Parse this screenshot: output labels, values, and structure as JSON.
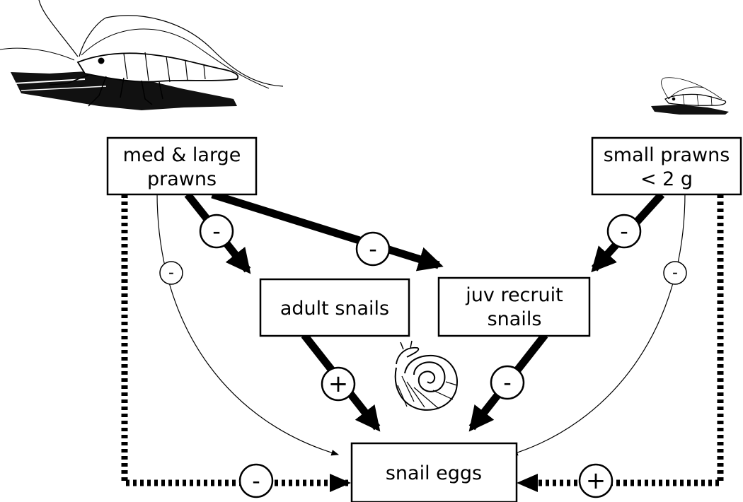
{
  "nodes": {
    "med_large_prawns": [
      "med & large",
      "prawns"
    ],
    "small_prawns": [
      "small prawns",
      "< 2 g"
    ],
    "adult_snails": [
      "adult snails"
    ],
    "juv_recruit_snails": [
      "juv recruit",
      "snails"
    ],
    "snail_eggs": [
      "snail eggs"
    ]
  },
  "edges": [
    {
      "from": "med & large prawns",
      "to": "adult snails",
      "sign": "-",
      "style": "strong"
    },
    {
      "from": "med & large prawns",
      "to": "juv recruit snails",
      "sign": "-",
      "style": "strong"
    },
    {
      "from": "small prawns < 2 g",
      "to": "juv recruit snails",
      "sign": "-",
      "style": "strong"
    },
    {
      "from": "adult snails",
      "to": "snail eggs",
      "sign": "+",
      "style": "strong"
    },
    {
      "from": "juv recruit snails",
      "to": "snail eggs",
      "sign": "-",
      "style": "strong"
    },
    {
      "from": "med & large prawns",
      "to": "snail eggs",
      "sign": "-",
      "style": "weak"
    },
    {
      "from": "small prawns < 2 g",
      "to": "snail eggs",
      "sign": "-",
      "style": "weak"
    },
    {
      "from": "med & large prawns",
      "to": "snail eggs",
      "sign": "-",
      "style": "dotted"
    },
    {
      "from": "small prawns < 2 g",
      "to": "snail eggs",
      "sign": "+",
      "style": "dotted"
    }
  ],
  "illustrations": {
    "large": "large-prawn-icon",
    "small": "small-prawn-icon",
    "snail": "snail-icon"
  }
}
